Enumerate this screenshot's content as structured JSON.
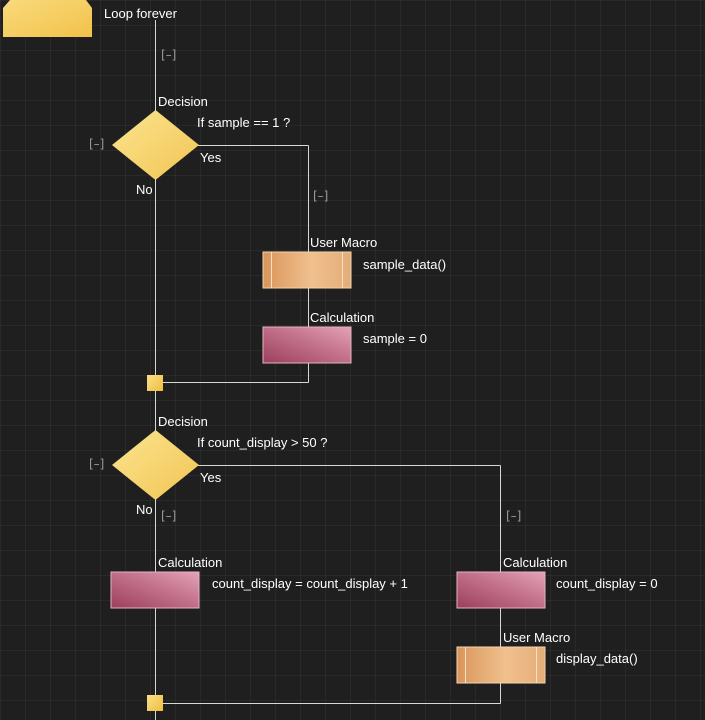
{
  "loop": {
    "label": "Loop forever",
    "collapse": "[–]"
  },
  "decision1": {
    "type_label": "Decision",
    "condition": "If  sample == 1 ?",
    "yes": "Yes",
    "no": "No",
    "collapse": "[–]",
    "yes_branch_collapse": "[–]"
  },
  "macro1": {
    "type_label": "User Macro",
    "text": "sample_data()"
  },
  "calc1": {
    "type_label": "Calculation",
    "text": "sample = 0"
  },
  "decision2": {
    "type_label": "Decision",
    "condition": "If  count_display > 50 ?",
    "yes": "Yes",
    "no": "No",
    "collapse": "[–]",
    "no_branch_collapse": "[–]",
    "yes_branch_collapse": "[–]"
  },
  "calc2": {
    "type_label": "Calculation",
    "text": "count_display = count_display + 1"
  },
  "calc3": {
    "type_label": "Calculation",
    "text": "count_display = 0"
  },
  "macro2": {
    "type_label": "User Macro",
    "text": "display_data()"
  },
  "colors": {
    "connector": "#d8d8d8",
    "decision_fill": "#f5d571",
    "macro_fill": "#e2aa72",
    "calc_fill": "#b5607a",
    "junction_fill": "#f0c94a",
    "loop_fill": "#f6cf62",
    "toggle_text": "#9a9a9a"
  }
}
